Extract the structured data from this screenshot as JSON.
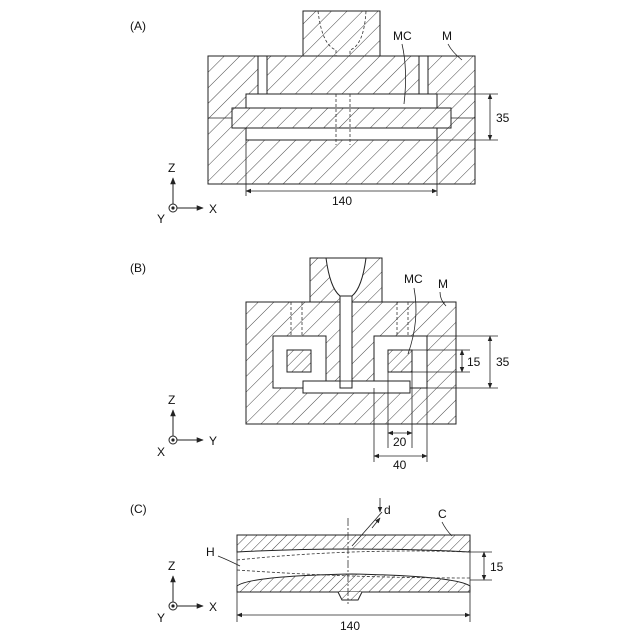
{
  "panels": [
    {
      "id": "A",
      "label": "(A)",
      "labels": {
        "mold": "M",
        "core": "MC"
      },
      "dims": {
        "height": "35",
        "width": "140"
      },
      "axes": {
        "vertical": "Z",
        "horizontal": "X",
        "depth": "Y"
      }
    },
    {
      "id": "B",
      "label": "(B)",
      "labels": {
        "mold": "M",
        "core": "MC"
      },
      "dims": {
        "outer_height": "35",
        "inner_height": "15",
        "inner_width": "20",
        "outer_width": "40"
      },
      "axes": {
        "vertical": "Z",
        "horizontal": "Y",
        "depth": "X"
      }
    },
    {
      "id": "C",
      "label": "(C)",
      "labels": {
        "hollow": "H",
        "casting": "C",
        "thickness": "d"
      },
      "dims": {
        "height": "15",
        "width": "140"
      },
      "axes": {
        "vertical": "Z",
        "horizontal": "X",
        "depth": "Y"
      }
    }
  ]
}
